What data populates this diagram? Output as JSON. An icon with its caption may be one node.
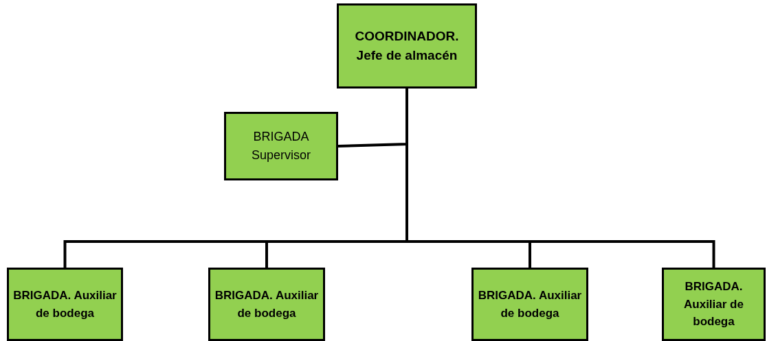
{
  "diagram": {
    "nodes": [
      {
        "text": [
          "COORDINADOR. Jefe de almacén"
        ]
      },
      {
        "text": [
          "BRIGADA Supervisor"
        ]
      },
      {
        "text": [
          "BRIGADA. Auxiliar de bodega"
        ]
      },
      {
        "text": [
          "BRIGADA. Auxiliar de bodega"
        ]
      },
      {
        "text": [
          "BRIGADA. Auxiliar de bodega"
        ]
      },
      {
        "text": [
          "BRIGADA. Auxiliar de bodega"
        ]
      }
    ],
    "edges": [
      {
        "from": 0,
        "to": 1,
        "arrow": "none"
      },
      {
        "from": 0,
        "to": 2,
        "arrow": "none"
      },
      {
        "from": 0,
        "to": 3,
        "arrow": "none"
      },
      {
        "from": 0,
        "to": 4,
        "arrow": "none"
      },
      {
        "from": 0,
        "to": 5,
        "arrow": "none"
      }
    ]
  }
}
